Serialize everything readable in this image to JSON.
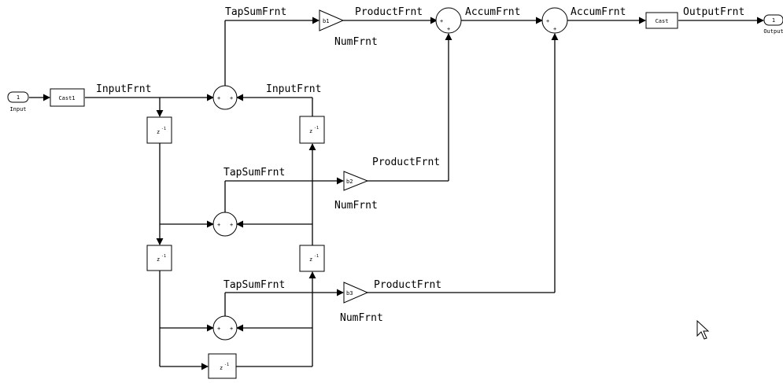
{
  "signals": {
    "input_frnt_top": "InputFrnt",
    "input_frnt_right": "InputFrnt",
    "tap_sum_1": "TapSumFrnt",
    "tap_sum_2": "TapSumFrnt",
    "tap_sum_3": "TapSumFrnt",
    "product_1": "ProductFrnt",
    "product_2": "ProductFrnt",
    "product_3": "ProductFrnt",
    "num_1": "NumFrnt",
    "num_2": "NumFrnt",
    "num_3": "NumFrnt",
    "accum_1": "AccumFrnt",
    "accum_2": "AccumFrnt",
    "output": "OutputFrnt"
  },
  "blocks": {
    "inport_number": "1",
    "inport_label": "Input",
    "outport_number": "1",
    "outport_label": "Output",
    "cast_in": "Cast1",
    "cast_out": "Cast",
    "gain_b1": "b1",
    "gain_b2": "b2",
    "gain_b3": "b3",
    "delay": "z",
    "delay_exp": "-1",
    "sum_sign": "+"
  }
}
